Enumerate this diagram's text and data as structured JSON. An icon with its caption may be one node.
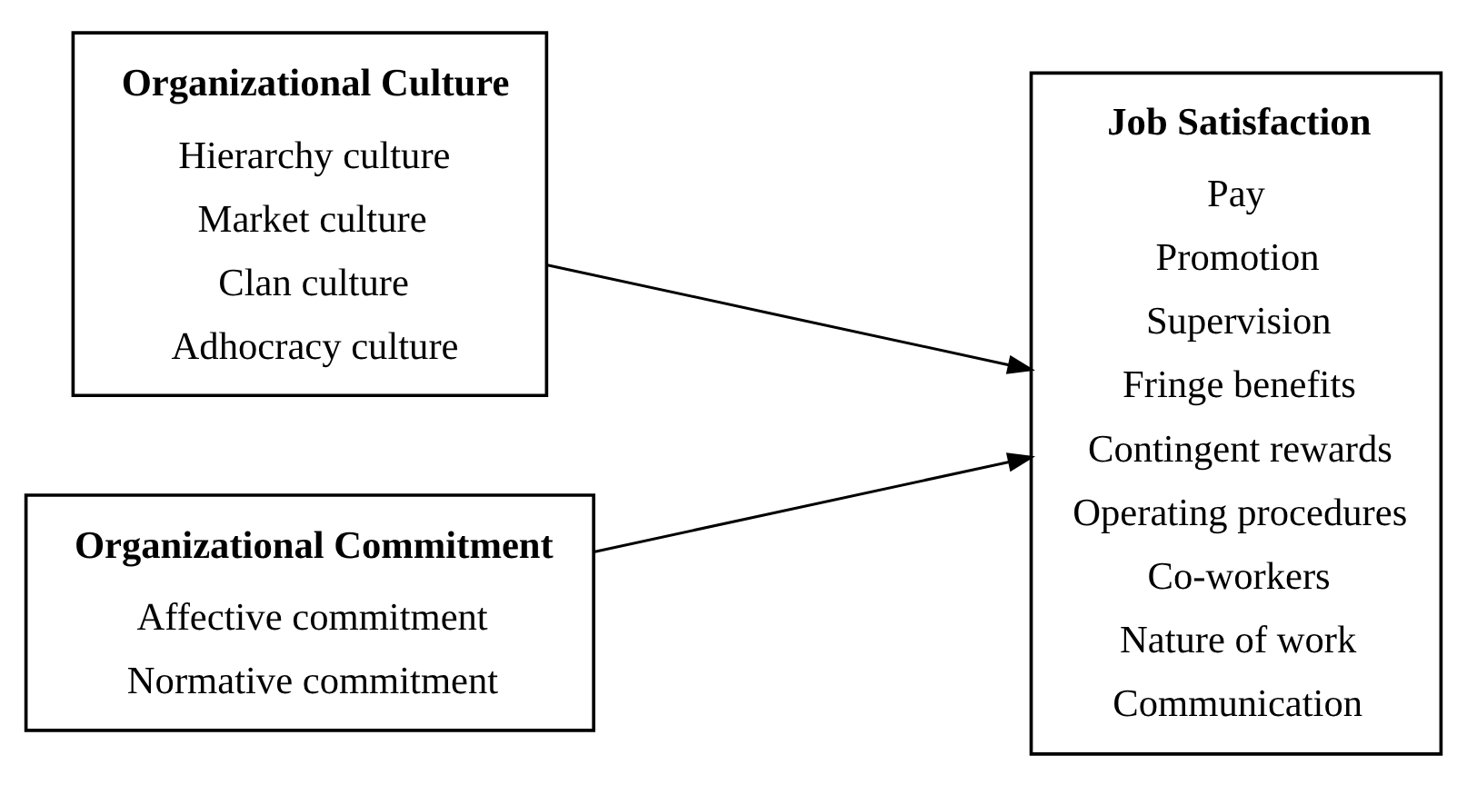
{
  "diagram": {
    "nodes": [
      {
        "text": [
          "Organizational Culture",
          "Hierarchy culture",
          "Market culture",
          "Clan culture",
          "Adhocracy culture"
        ]
      },
      {
        "text": [
          "Organizational Commitment",
          "Affective commitment",
          "Normative commitment"
        ]
      },
      {
        "text": [
          "Job Satisfaction",
          "Pay",
          "Promotion",
          "Supervision",
          "Fringe benefits",
          "Contingent rewards",
          "Operating procedures",
          "Co-workers",
          "Nature of work",
          "Communication"
        ]
      }
    ],
    "edges": [
      {
        "from": 0,
        "to": 2,
        "arrow": "to"
      },
      {
        "from": 1,
        "to": 2,
        "arrow": "to"
      }
    ]
  }
}
